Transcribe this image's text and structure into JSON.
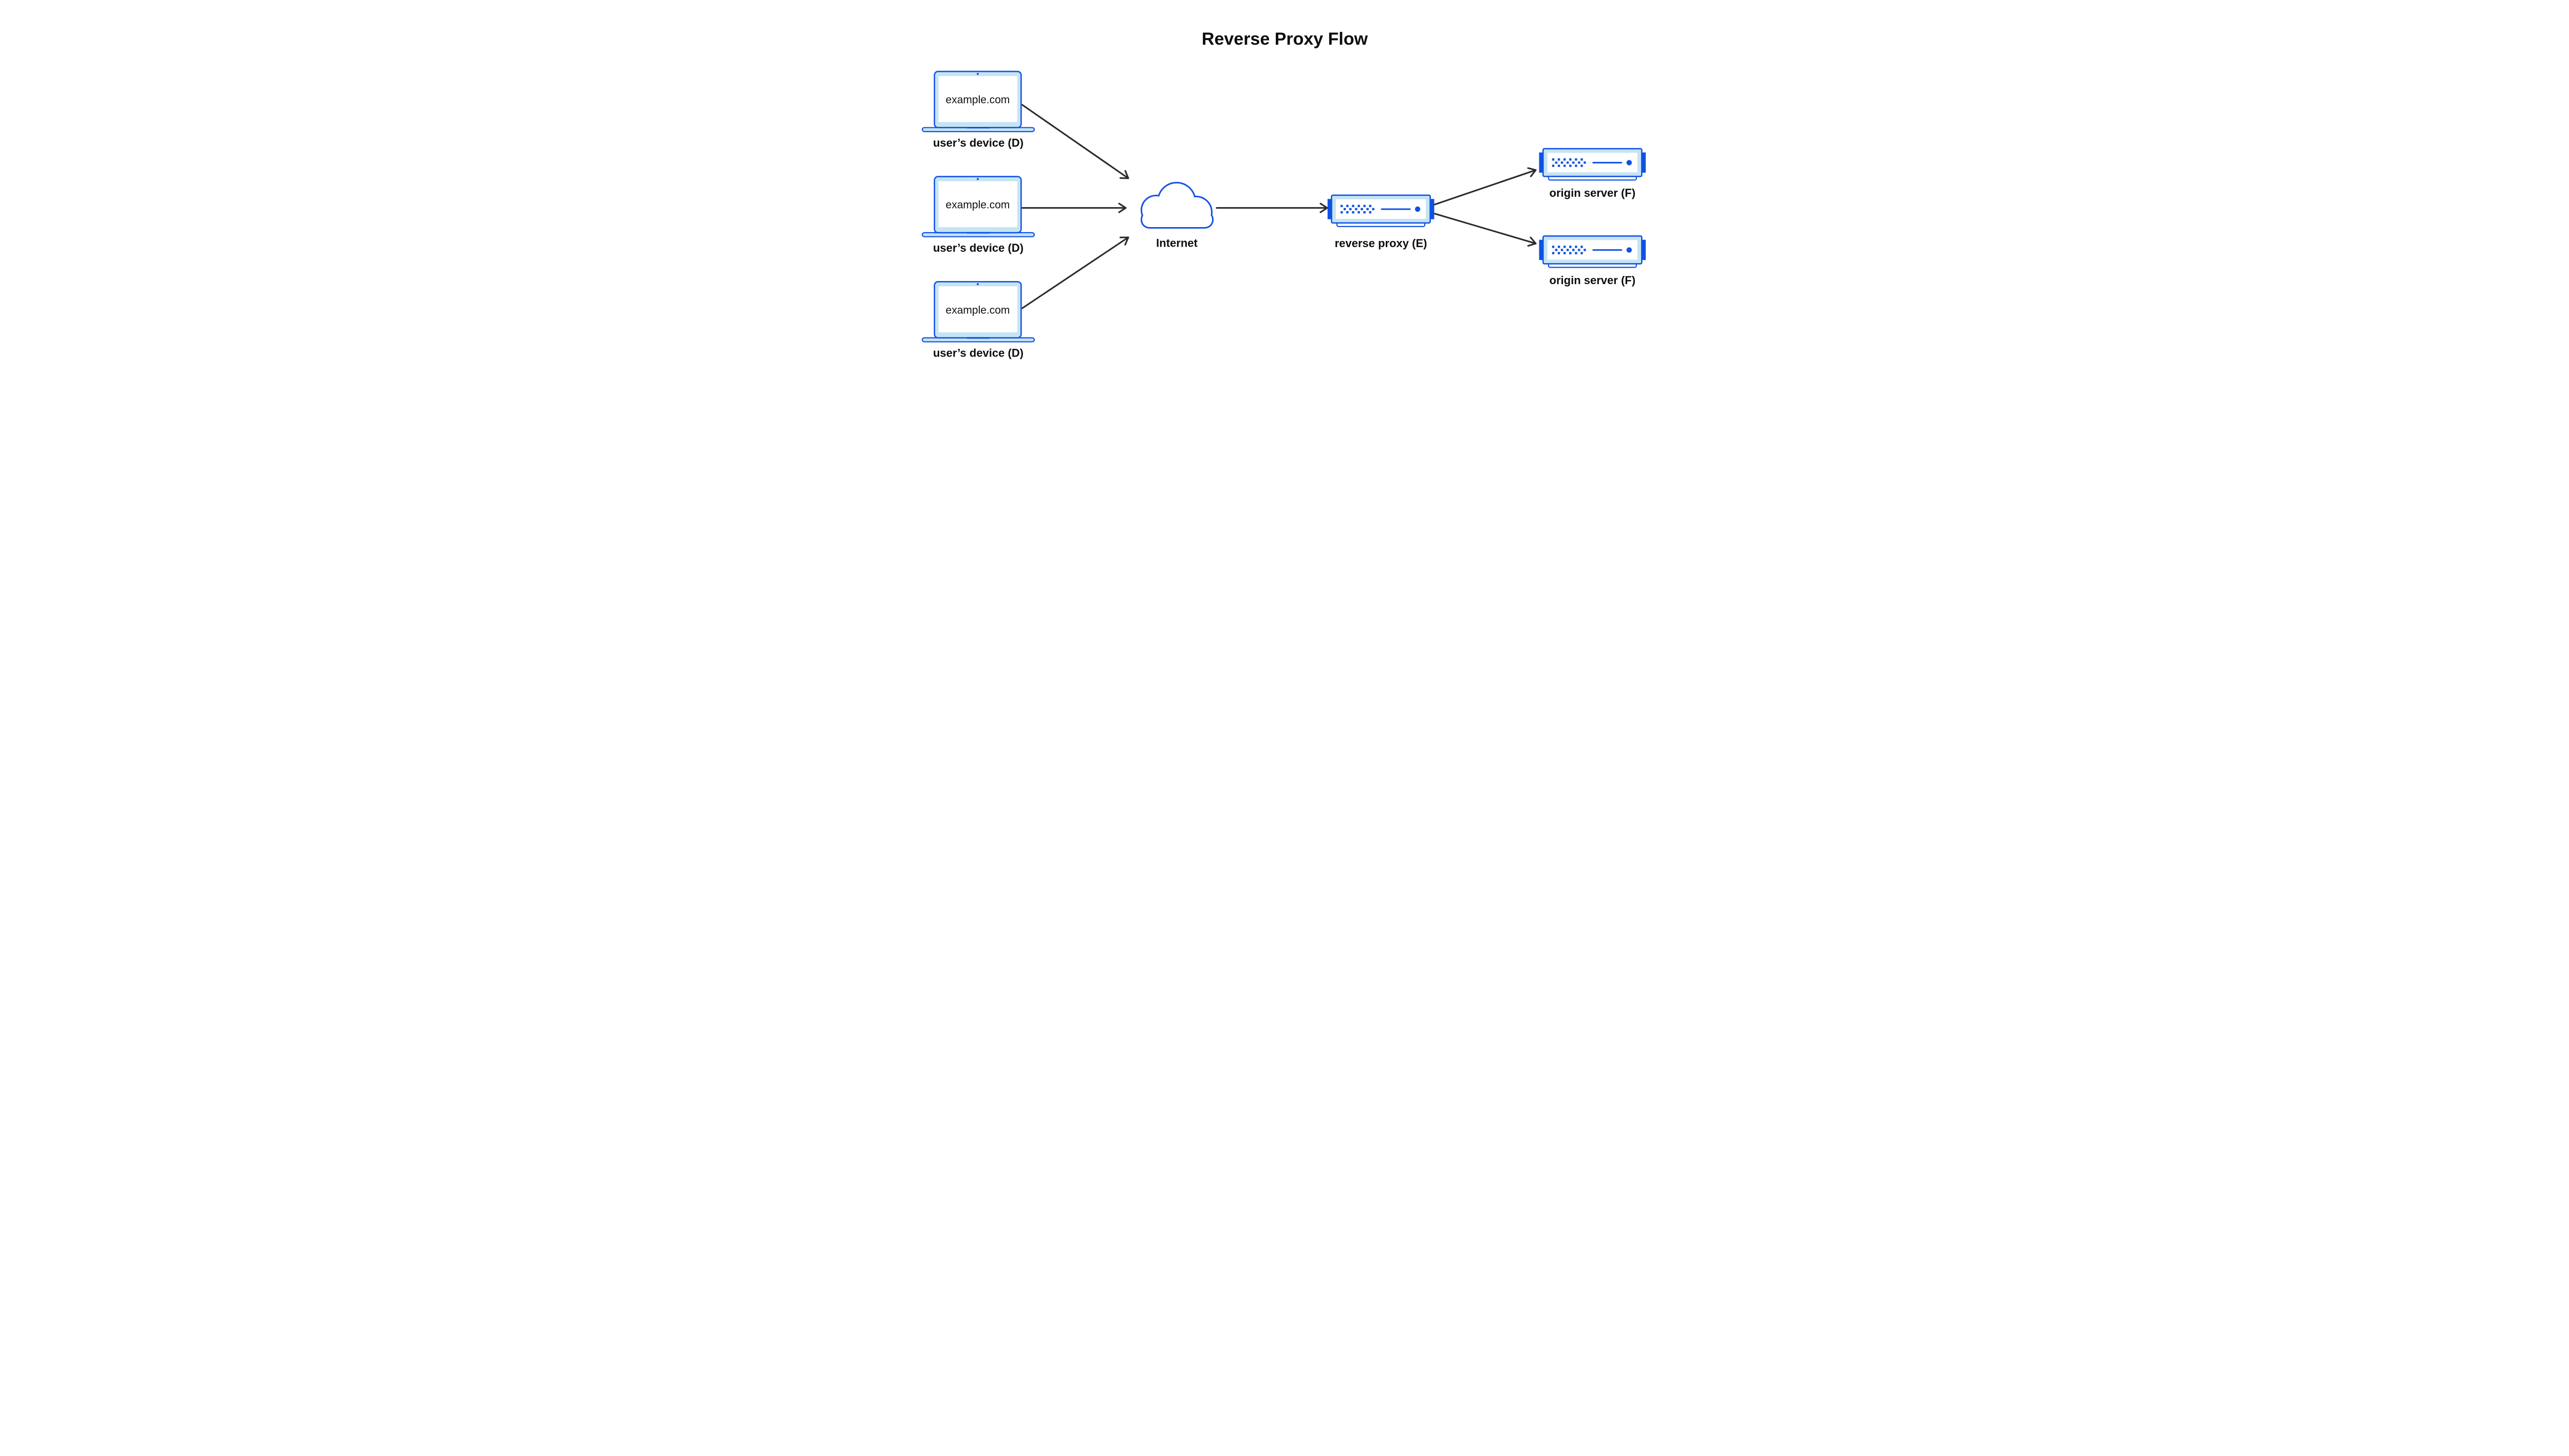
{
  "title": "Reverse Proxy Flow",
  "devices": [
    {
      "screen_text": "example.com",
      "label": "user’s device (D)"
    },
    {
      "screen_text": "example.com",
      "label": "user’s device (D)"
    },
    {
      "screen_text": "example.com",
      "label": "user’s device (D)"
    }
  ],
  "internet": {
    "label": "Internet"
  },
  "proxy": {
    "label": "reverse proxy (E)"
  },
  "origins": [
    {
      "label": "origin server (F)"
    },
    {
      "label": "origin server (F)"
    }
  ],
  "colors": {
    "outline_blue": "#1353E5",
    "solid_blue": "#0D52E4",
    "light_blue": "#C5E4F4",
    "arrow_dark": "#2A2A2A",
    "text": "#0D0D0D",
    "background": "#FFFFFF"
  }
}
